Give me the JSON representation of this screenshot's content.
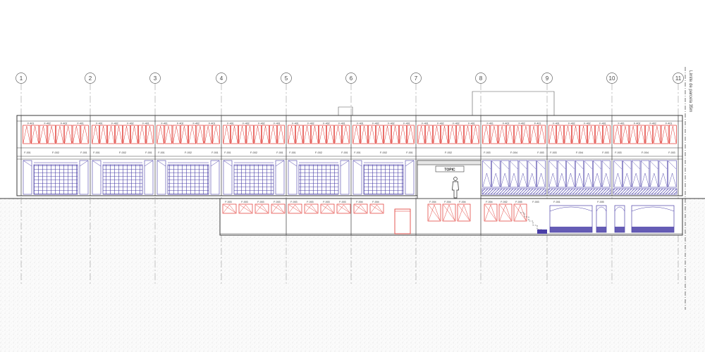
{
  "drawing": {
    "grid_labels": [
      "1",
      "2",
      "3",
      "4",
      "5",
      "6",
      "7",
      "8",
      "9",
      "10",
      "11"
    ],
    "topic_label": "TOPIC",
    "side_note": "Límite de parcela 35m",
    "upper_window_codes": [
      [
        "F-401",
        "F-402",
        "F-402",
        "F-401"
      ],
      [
        "F-401",
        "F-402",
        "F-402",
        "F-401"
      ],
      [
        "F-401",
        "F-402",
        "F-402",
        "F-401"
      ],
      [
        "F-401",
        "F-402",
        "F-402",
        "F-401"
      ],
      [
        "F-401",
        "F-402",
        "F-402",
        "F-401"
      ],
      [
        "F-401",
        "F-402",
        "F-402",
        "F-401"
      ],
      [
        "F-401",
        "F-402",
        "F-402",
        "F-401"
      ],
      [
        "F-401",
        "F-402",
        "F-402",
        "F-401"
      ],
      [
        "F-401",
        "F-402",
        "F-402",
        "F-401"
      ],
      [
        "F-401",
        "F-402",
        "F-402",
        "F-401"
      ]
    ],
    "mid_band_codes": [
      [
        "F-001",
        "F-002",
        "F-001"
      ],
      [
        "F-001",
        "F-002",
        "F-001"
      ],
      [
        "F-001",
        "F-002",
        "F-001"
      ],
      [
        "F-001",
        "F-002",
        "F-001"
      ],
      [
        "F-001",
        "F-002",
        "F-001"
      ],
      [
        "F-001",
        "F-002",
        "F-001"
      ],
      [
        "",
        "F-002",
        ""
      ],
      [
        "F-003",
        "F-004",
        "F-003"
      ],
      [
        "F-003",
        "F-004",
        "F-003"
      ],
      [
        "F-003",
        "F-004",
        "F-003"
      ]
    ],
    "basement_codes": [
      "F-003",
      "F-003",
      "F-003",
      "F-003",
      "F-003",
      "F-003",
      "F-003",
      "F-003",
      "F-004",
      "F-004",
      "F-004",
      "F-004",
      "F-004",
      "F-004",
      "F-002",
      "F-005",
      "F-003",
      "F-001",
      "F-005"
    ],
    "colors": {
      "line": "#3a3a3a",
      "red": "#e0302a",
      "blue": "#4a3fa8",
      "grid": "#9a9a9a",
      "ground": "#bdbdbd"
    }
  }
}
